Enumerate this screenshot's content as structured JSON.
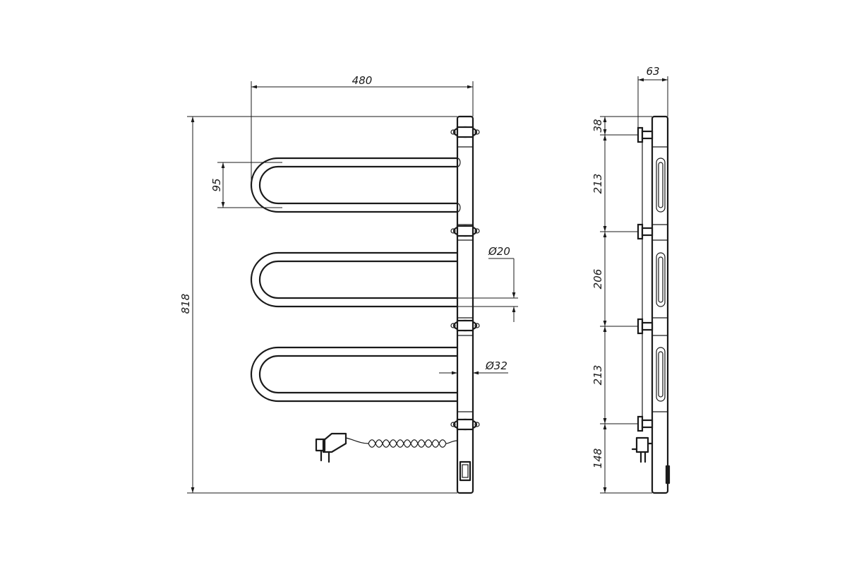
{
  "dimensions": {
    "front_width": "480",
    "front_height": "818",
    "loop_spacing": "95",
    "tube_diameter": "Ø20",
    "post_diameter": "Ø32",
    "side_depth": "63",
    "side_top_offset": "38",
    "side_segment_1": "213",
    "side_segment_2": "206",
    "side_segment_3": "213",
    "side_bottom": "148"
  }
}
